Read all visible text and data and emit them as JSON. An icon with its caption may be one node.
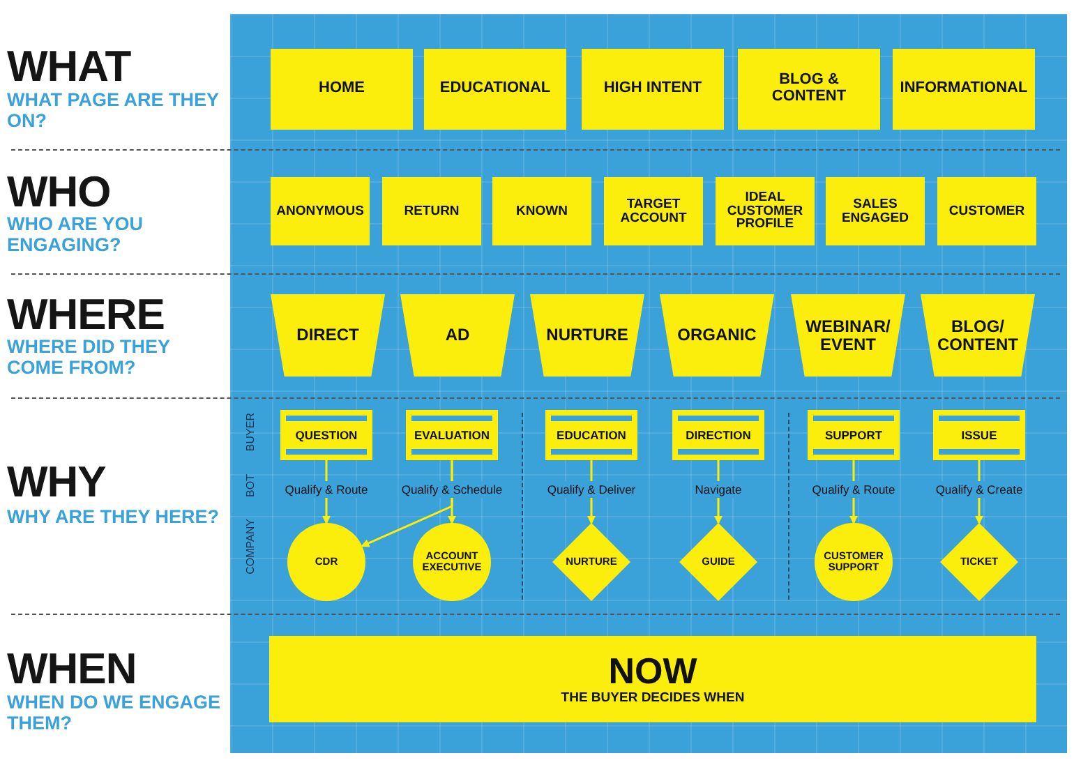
{
  "diagram": {
    "nodes": [
      {
        "text": [
          "HOME"
        ]
      },
      {
        "text": [
          "EDUCATIONAL"
        ]
      },
      {
        "text": [
          "HIGH INTENT"
        ]
      },
      {
        "text": [
          "BLOG & CONTENT"
        ]
      },
      {
        "text": [
          "INFORMATIONAL"
        ]
      },
      {
        "text": [
          "ANONYMOUS"
        ]
      },
      {
        "text": [
          "RETURN"
        ]
      },
      {
        "text": [
          "KNOWN"
        ]
      },
      {
        "text": [
          "TARGET ACCOUNT"
        ]
      },
      {
        "text": [
          "IDEAL CUSTOMER PROFILE"
        ]
      },
      {
        "text": [
          "SALES ENGAGED"
        ]
      },
      {
        "text": [
          "CUSTOMER"
        ]
      },
      {
        "text": [
          "DIRECT"
        ]
      },
      {
        "text": [
          "AD"
        ]
      },
      {
        "text": [
          "NURTURE"
        ]
      },
      {
        "text": [
          "ORGANIC"
        ]
      },
      {
        "text": [
          "WEBINAR/ EVENT"
        ]
      },
      {
        "text": [
          "BLOG/ CONTENT"
        ]
      },
      {
        "text": [
          "QUESTION"
        ]
      },
      {
        "text": [
          "EVALUATION"
        ]
      },
      {
        "text": [
          "EDUCATION"
        ]
      },
      {
        "text": [
          "DIRECTION"
        ]
      },
      {
        "text": [
          "SUPPORT"
        ]
      },
      {
        "text": [
          "ISSUE"
        ]
      },
      {
        "text": [
          "CDR"
        ]
      },
      {
        "text": [
          "ACCOUNT EXECUTIVE"
        ]
      },
      {
        "text": [
          "NURTURE"
        ]
      },
      {
        "text": [
          "GUIDE"
        ]
      },
      {
        "text": [
          "CUSTOMER SUPPORT"
        ]
      },
      {
        "text": [
          "TICKET"
        ]
      },
      {
        "text": [
          "NOW",
          "THE BUYER DECIDES WHEN"
        ]
      }
    ],
    "edges": [
      {
        "from": 18,
        "to": 24,
        "arrow": "to",
        "label": "Qualify & Route"
      },
      {
        "from": 19,
        "to": 25,
        "arrow": "to",
        "label": "Qualify & Schedule"
      },
      {
        "from": 19,
        "to": 24,
        "arrow": "to"
      },
      {
        "from": 20,
        "to": 26,
        "arrow": "to",
        "label": "Qualify & Deliver"
      },
      {
        "from": 21,
        "to": 27,
        "arrow": "to",
        "label": "Navigate"
      },
      {
        "from": 22,
        "to": 28,
        "arrow": "to",
        "label": "Qualify & Route"
      },
      {
        "from": 23,
        "to": 29,
        "arrow": "to",
        "label": "Qualify & Create"
      }
    ],
    "labels": [
      "WHAT",
      "WHAT PAGE ARE THEY ON?",
      "WHO",
      "WHO ARE YOU ENGAGING?",
      "WHERE",
      "WHERE DID THEY COME FROM?",
      "WHY",
      "WHY ARE THEY HERE?",
      "BUYER",
      "BOT",
      "COMPANY",
      "WHEN",
      "WHEN DO WE ENGAGE THEM?"
    ]
  }
}
